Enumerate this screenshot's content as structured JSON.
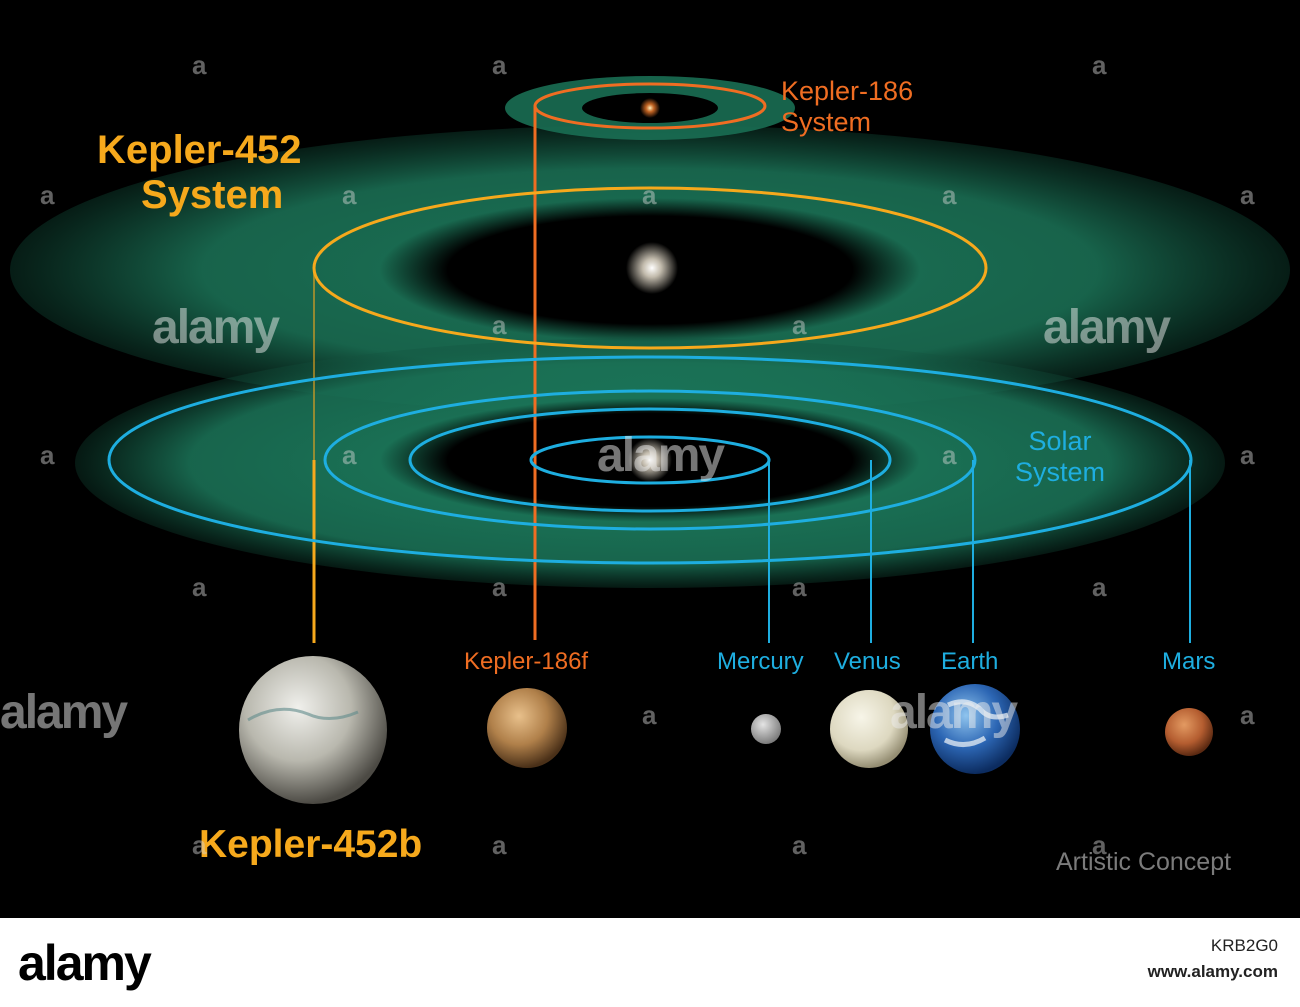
{
  "systems": {
    "kepler452": [
      "Kepler-452",
      "System"
    ],
    "kepler186": [
      "Kepler-186",
      "System"
    ],
    "solar": [
      "Solar",
      "System"
    ]
  },
  "planets": [
    {
      "id": "kepler-452b",
      "label": "Kepler-452b",
      "color": "#f6a91c"
    },
    {
      "id": "kepler-186f",
      "label": "Kepler-186f",
      "color": "#ef6d22"
    },
    {
      "id": "mercury",
      "label": "Mercury",
      "color": "#1eaee0"
    },
    {
      "id": "venus",
      "label": "Venus",
      "color": "#1eaee0"
    },
    {
      "id": "earth",
      "label": "Earth",
      "color": "#1eaee0"
    },
    {
      "id": "mars",
      "label": "Mars",
      "color": "#1eaee0"
    }
  ],
  "caption": "Artistic Concept",
  "colors": {
    "kepler452": "#f6a91c",
    "kepler186": "#ef6d22",
    "solar": "#1eaee0",
    "habitable_zone": "#1d7a5c",
    "background": "#000000"
  },
  "watermark": {
    "brand": "alamy",
    "mark": "a",
    "image_id": "KRB2G0",
    "site": "www.alamy.com"
  }
}
